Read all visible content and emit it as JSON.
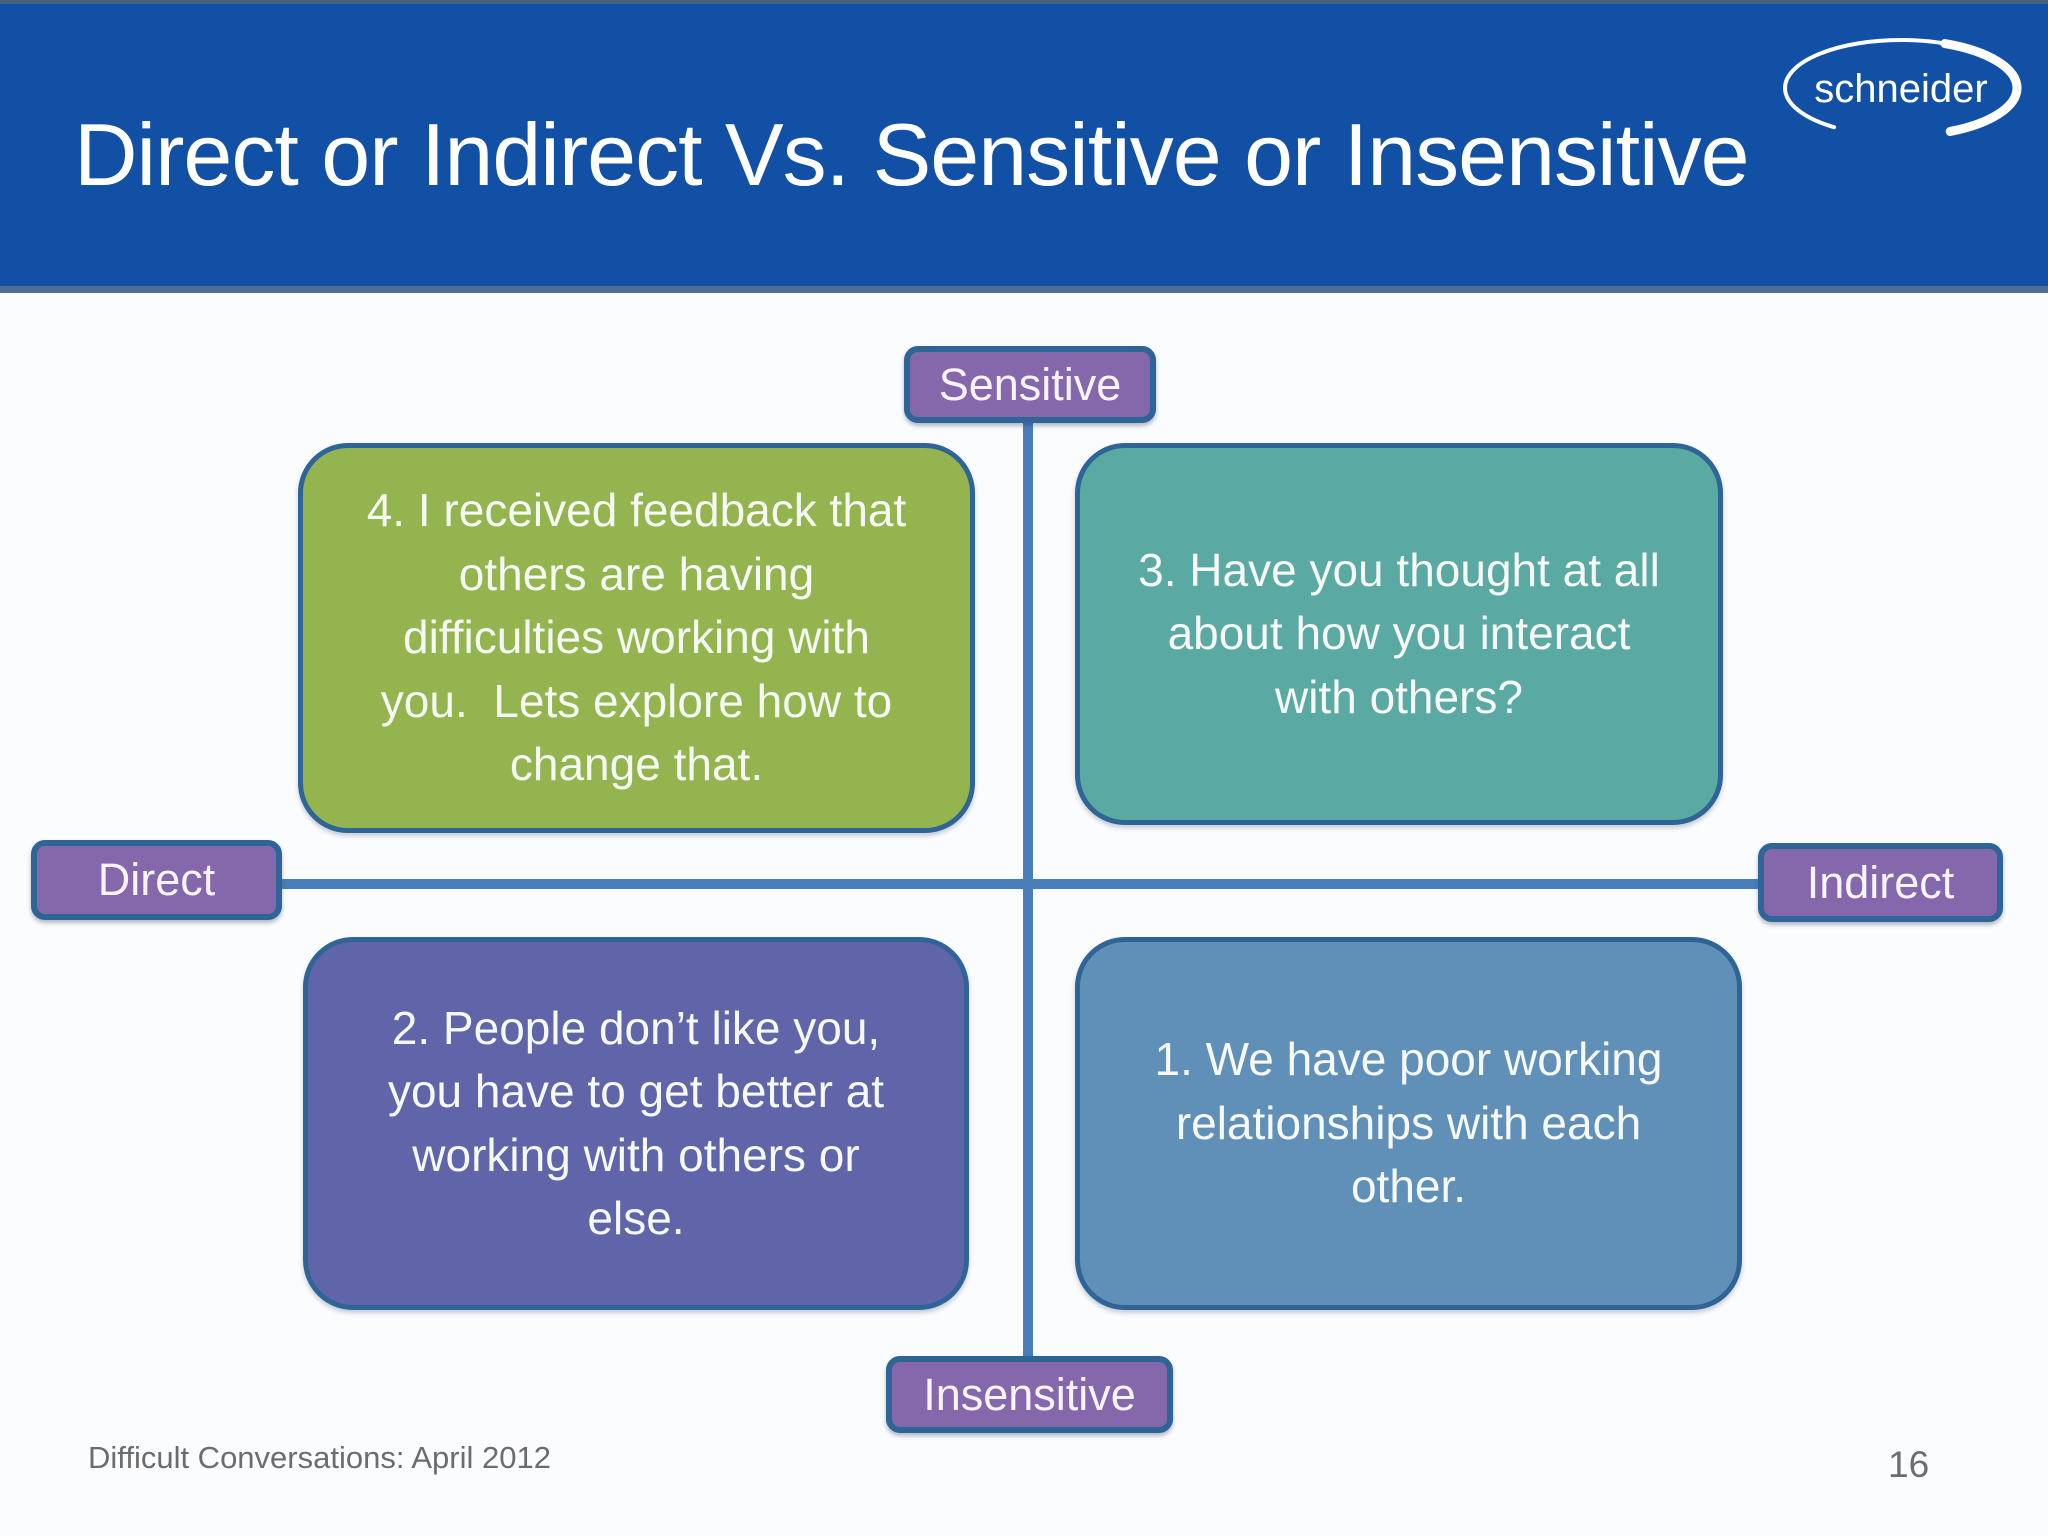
{
  "slide": {
    "title": "Direct or Indirect Vs. Sensitive or Insensitive",
    "logo_text": "schneider",
    "footer": "Difficult Conversations: April 2012",
    "page_number": "16"
  },
  "axes": {
    "top_label": "Sensitive",
    "bottom_label": "Insensitive",
    "left_label": "Direct",
    "right_label": "Indirect"
  },
  "quadrants": [
    {
      "position": "top-left",
      "color": "#93b44f",
      "text": "4. I received feedback that others are having difficulties working with you.  Lets explore how to change that."
    },
    {
      "position": "top-right",
      "color": "#5aa9a3",
      "text": "3. Have you thought at all about how you interact with others?"
    },
    {
      "position": "bottom-left",
      "color": "#5f65a8",
      "text": "2. People don’t like you, you have to get better at working with others or else."
    },
    {
      "position": "bottom-right",
      "color": "#6090b8",
      "text": "1. We have poor working relationships with each other."
    }
  ],
  "colors": {
    "header_blue": "#1150a4",
    "header_bottom_band": "#4f6d92",
    "axis_line": "#4a7ebb",
    "label_fill": "#8468ab",
    "shape_border": "#2f6496",
    "footer_gray": "#6c6c6c"
  }
}
